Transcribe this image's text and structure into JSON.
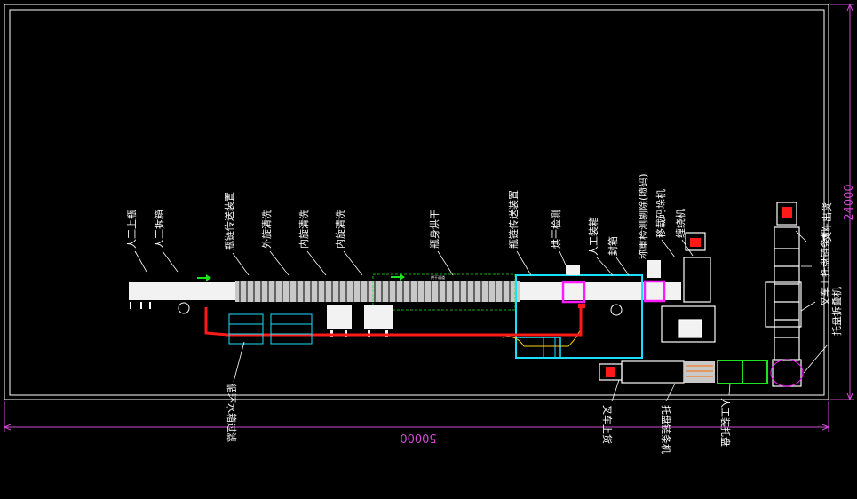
{
  "drawing": {
    "dims": {
      "width": "50000",
      "height": "24000"
    },
    "colors": {
      "frame": "#ffffff",
      "dim": "#d24ad2",
      "cyan": "#19e0ff",
      "red": "#ff1a1a",
      "magenta": "#ff1aff",
      "green": "#21e021"
    },
    "labels": [
      "人工上瓶",
      "人工拆箱",
      "瓶链传送装置",
      "外旋清洗",
      "内旋清洗",
      "内旋清洗",
      "瓶身烘干",
      "瓶链传送装置",
      "烘干检测",
      "人工装箱",
      "封箱",
      "称重检测剔除(喷码)",
      "移载码垛机",
      "缠绕机",
      "叉车出货",
      "叉车上托盘链条机",
      "托盘拆叠机",
      "叉车上货",
      "托盘链条机",
      "人工装托盘",
      "循环水箱过滤"
    ],
    "small_texts": [
      "烘干通道"
    ]
  }
}
